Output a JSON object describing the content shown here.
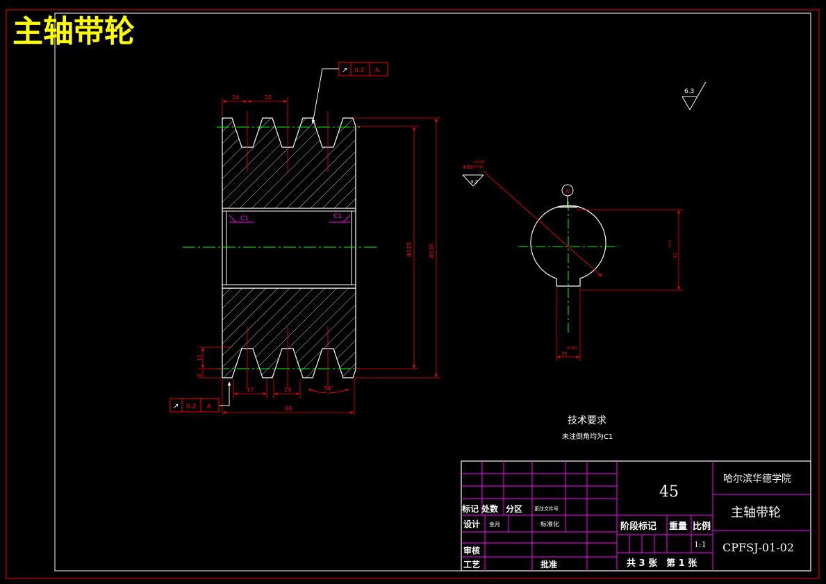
{
  "drawing_title": "主轴带轮",
  "tolerance_frames": {
    "top": {
      "symbol": "↗",
      "value": "0.2",
      "datum": "A"
    },
    "bottom": {
      "symbol": "↗",
      "value": "0.2",
      "datum": "A"
    }
  },
  "dimensions": {
    "top_groove_pitch": "14",
    "top_groove_width": "20",
    "bottom_left_width": "17",
    "bottom_mid_width": "14",
    "groove_angle": "34°",
    "overall_width": "60",
    "groove_depth": "11",
    "groove_top": "5",
    "inner_diameter": "Φ125",
    "outer_diameter": "Φ135",
    "bore_diameter": "Φ38",
    "bore_tol_upper": "+0.025",
    "bore_tol_lower": "-0.012",
    "key_width": "12",
    "key_tol": "-0.018",
    "key_height": "41",
    "key_height_tol": "+0.2"
  },
  "chamfers": {
    "left": "C1",
    "right": "C1"
  },
  "roughness": {
    "general": "6.3",
    "bore": "3.2"
  },
  "datum_label": "A",
  "tech_requirements": {
    "title": "技术要求",
    "line1": "未注倒角均为C1"
  },
  "title_block": {
    "material": "45",
    "school": "哈尔滨华德学院",
    "part_name": "主轴带轮",
    "drawing_no": "CPFSJ-01-02",
    "labels": {
      "mark": "标记",
      "count": "处数",
      "zone": "分区",
      "change_doc": "更改文件号",
      "design": "设计",
      "standardize": "标准化",
      "review": "审核",
      "process": "工艺",
      "approve": "批准",
      "stage_mark": "阶段标记",
      "weight": "重量",
      "scale": "比例"
    },
    "designer": "金月",
    "scale_value": "1:1",
    "sheet_info": "共 3 张　第 1 张"
  },
  "colors": {
    "outline": "#ffffff",
    "dimension": "#ff0000",
    "centerline": "#00ff00",
    "annotation": "#ff00ff",
    "title": "#ffff00",
    "hatch": "#ffffff"
  }
}
